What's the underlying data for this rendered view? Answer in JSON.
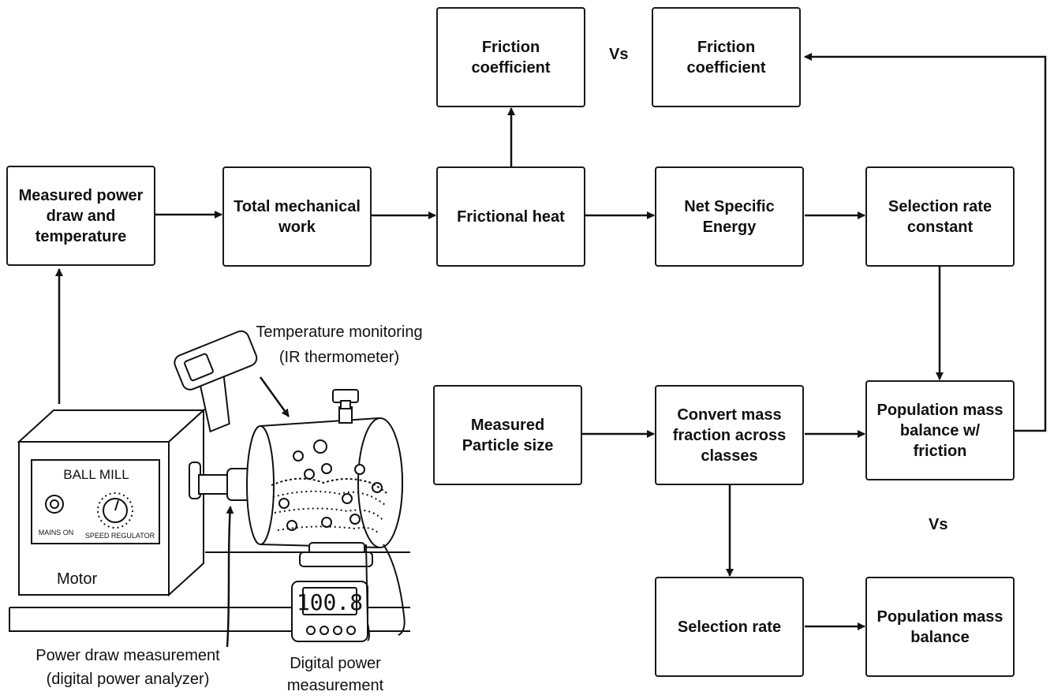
{
  "boxes": {
    "measured_power": "Measured power draw and temperature",
    "total_work": "Total mechanical work",
    "frictional_heat": "Frictional heat",
    "friction_coef_1": "Friction coefficient",
    "friction_coef_2": "Friction coefficient",
    "net_specific_energy": "Net Specific Energy",
    "selection_rate_constant": "Selection rate constant",
    "measured_particle_size": "Measured Particle size",
    "convert_mass_fraction": "Convert mass fraction across classes",
    "pop_balance_friction": "Population mass balance w/ friction",
    "selection_rate": "Selection rate",
    "pop_balance": "Population mass balance"
  },
  "vs_labels": {
    "top": "Vs",
    "bottom": "Vs"
  },
  "apparatus": {
    "ball_mill": "BALL MILL",
    "mains_on": "MAINS ON",
    "speed_regulator": "SPEED REGULATOR",
    "motor": "Motor",
    "display_value": "100.8",
    "temp_monitor_line1": "Temperature monitoring",
    "temp_monitor_line2": "(IR thermometer)",
    "power_draw_line1": "Power draw measurement",
    "power_draw_line2": "(digital power analyzer)",
    "digital_power_line1": "Digital power",
    "digital_power_line2": "measurement"
  }
}
